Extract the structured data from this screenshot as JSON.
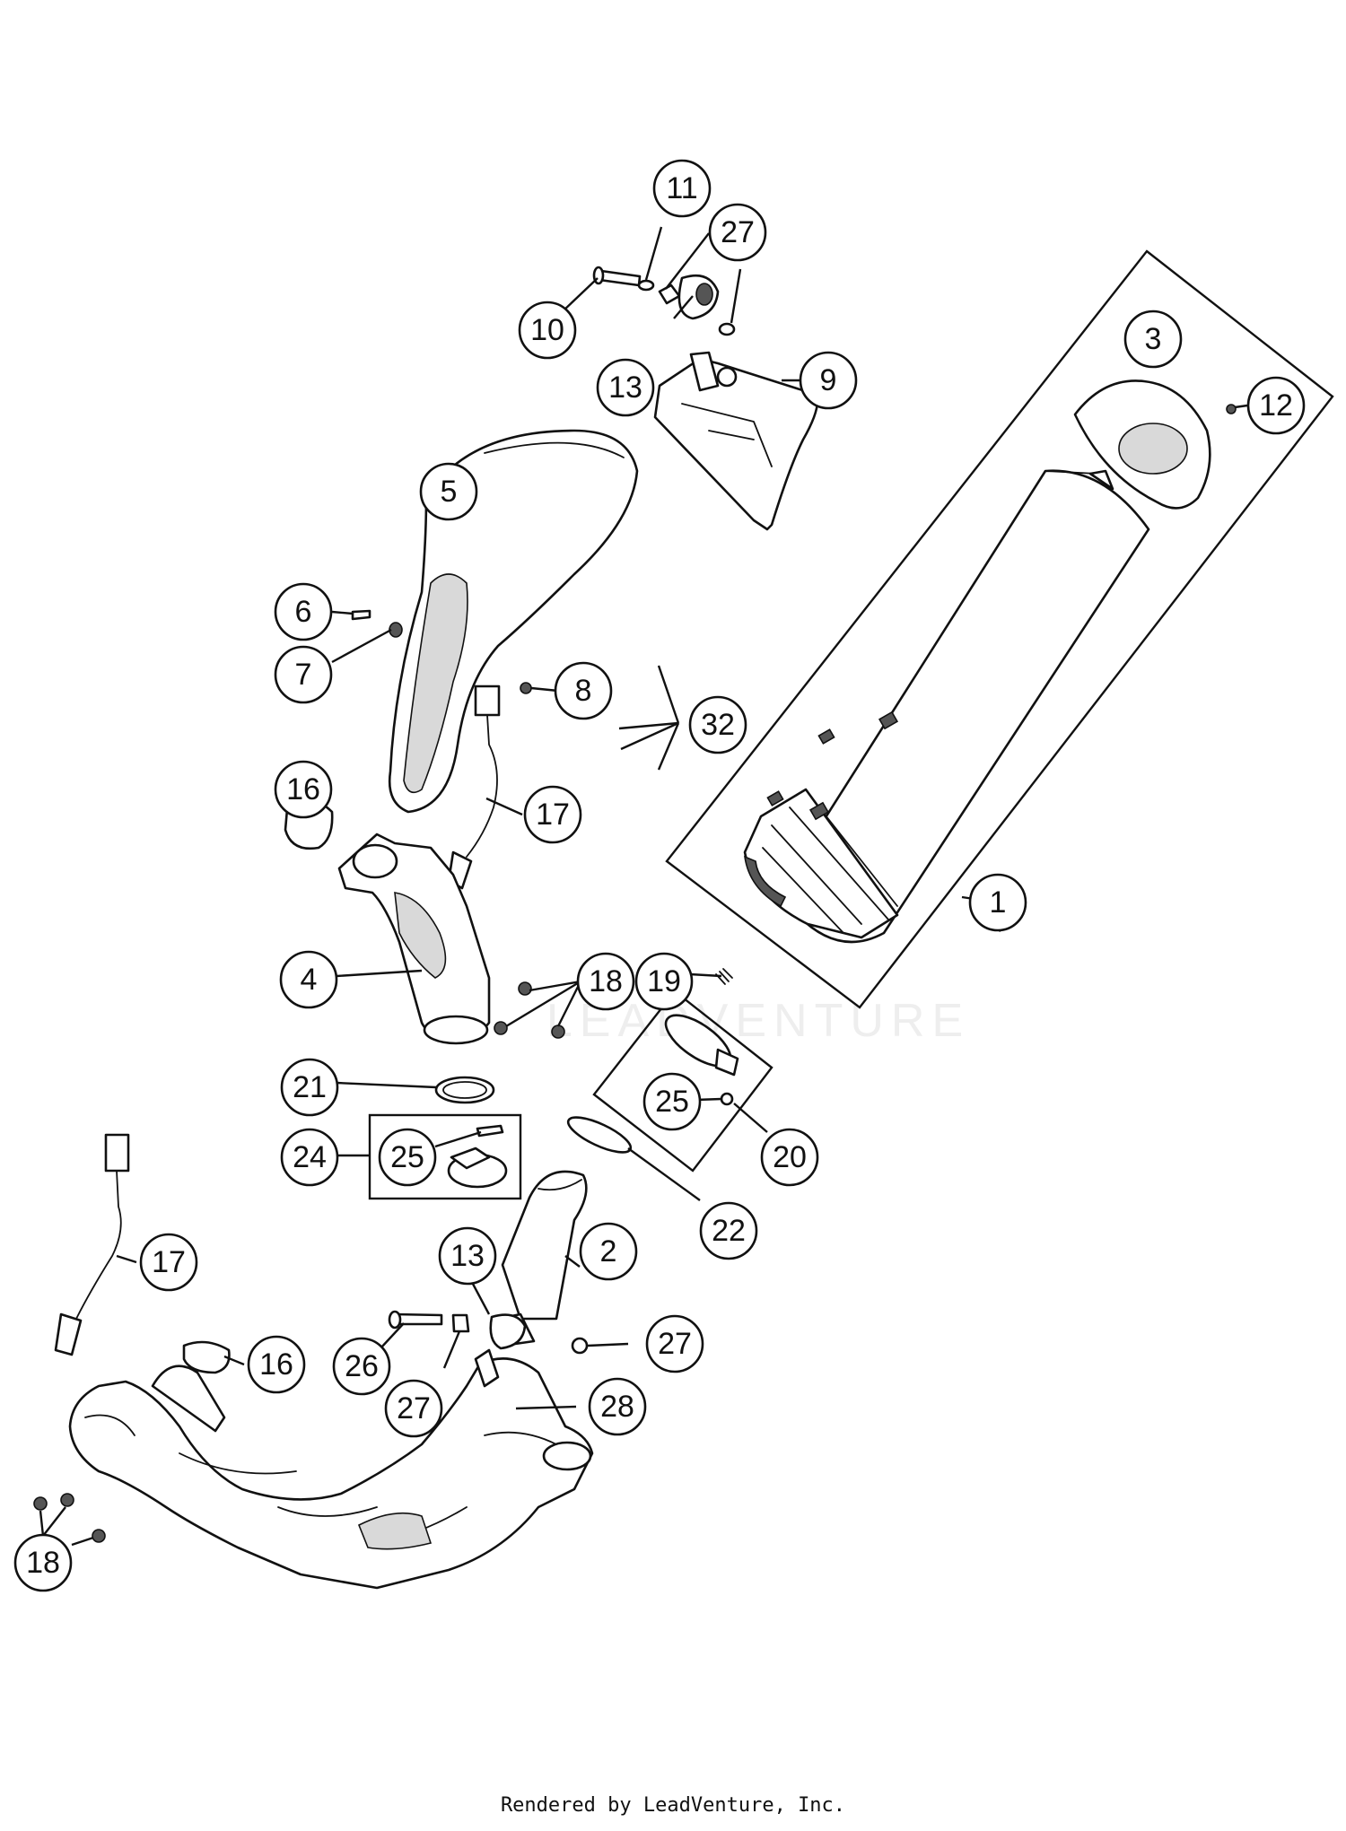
{
  "watermark": "LEADVENTURE",
  "footer": {
    "credit": "Rendered by LeadVenture, Inc."
  },
  "callouts": [
    "1",
    "2",
    "3",
    "4",
    "5",
    "6",
    "7",
    "8",
    "9",
    "10",
    "11",
    "12",
    "13",
    "13",
    "16",
    "16",
    "17",
    "17",
    "18",
    "18",
    "19",
    "20",
    "21",
    "22",
    "24",
    "25",
    "25",
    "26",
    "27",
    "27",
    "27",
    "28",
    "32"
  ]
}
